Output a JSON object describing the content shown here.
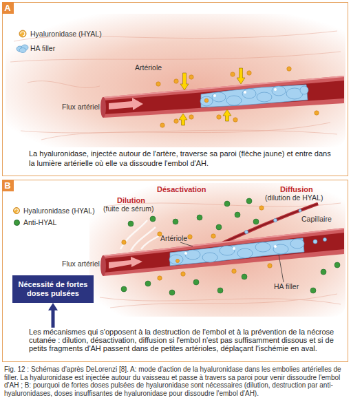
{
  "diagram": {
    "caption": "Fig. 12 : Schémas d'après DeLorenzi [8]. A: mode d'action de la hyaluronidase dans les embolies artérielles de filler. La hyaluronidase est injectée autour du vaisseau et passe à travers sa paroi pour venir dissoudre l'embol d'AH ; B: pourquoi de fortes doses pulsées de hyaluronidase sont nécessaires (dilution, destruction par anti-hyaluronidases, doses insuffisantes de hyaluronidase pour dissoudre l'embol d'AH).",
    "nodes": [
      {
        "text": [
          "A"
        ]
      },
      {
        "text": [
          "La hyaluronidase, injectée autour de l'artère, traverse sa paroi (flèche jaune) et entre dans la lumière artérielle où elle va dissoudre l'embol d'AH."
        ],
        "in": 0
      },
      {
        "text": [
          "B"
        ]
      },
      {
        "text": [
          "Nécessité de fortes doses pulsées"
        ],
        "in": 2
      },
      {
        "text": [
          "Les mécanismes qui s'opposent à la destruction de l'embol et à la prévention de la nécrose cutanée : dilution, désactivation, diffusion si l'embol n'est pas suffisamment dissous et si de petits fragments d'AH passent dans de petites artérioles, déplaçant l'ischémie en aval."
        ],
        "in": 2
      }
    ],
    "edges": [
      {
        "from": 4,
        "to": 3,
        "arrow": "to"
      }
    ],
    "labels": [
      "Artériole",
      "Flux artériel",
      "Dilution",
      "(fuite de sérum)",
      "Désactivation",
      "Diffusion",
      "(dilution de HYAL)",
      "Capillaire",
      "Artériole",
      "Flux artériel",
      "HA filler"
    ],
    "legend": [
      {
        "text": "Hyaluronidase (HYAL)"
      },
      {
        "text": "HA filler"
      },
      {
        "text": "Hyaluronidase (HYAL)"
      },
      {
        "text": "Anti-HYAL",
        "color": "#3c9a3c"
      }
    ]
  }
}
